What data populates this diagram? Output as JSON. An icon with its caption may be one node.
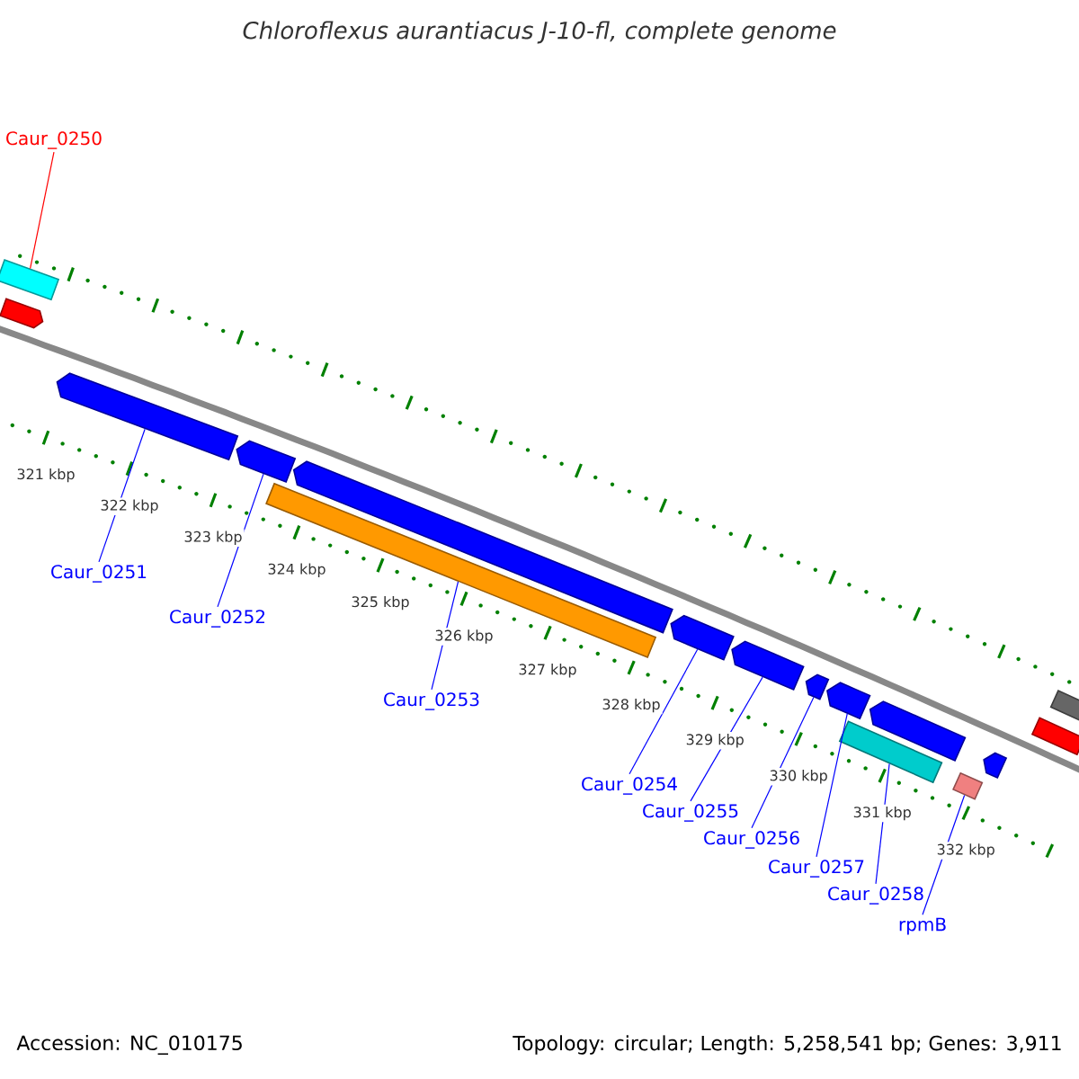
{
  "diagram": {
    "title": "Chloroflexus aurantiacus J-10-fl, complete genome",
    "nodes": [
      {
        "text": [
          "Caur_0250"
        ]
      },
      {
        "text": [
          "Caur_0251"
        ]
      },
      {
        "text": [
          "Caur_0252"
        ]
      },
      {
        "text": [
          "Caur_0253"
        ]
      },
      {
        "text": [
          "Caur_0254"
        ]
      },
      {
        "text": [
          "Caur_0255"
        ]
      },
      {
        "text": [
          "Caur_0256"
        ]
      },
      {
        "text": [
          "Caur_0257"
        ]
      },
      {
        "text": [
          "Caur_0258"
        ]
      },
      {
        "text": [
          "rpmB"
        ]
      },
      {
        "text": [],
        "shape": "box"
      },
      {
        "text": [],
        "shape": "arrow"
      },
      {
        "text": [],
        "shape": "arrow"
      },
      {
        "text": [],
        "shape": "arrow"
      },
      {
        "text": [],
        "shape": "arrow"
      },
      {
        "text": [],
        "shape": "arrow"
      },
      {
        "text": [],
        "shape": "arrow"
      },
      {
        "text": [],
        "shape": "arrow"
      },
      {
        "text": [],
        "shape": "arrow"
      },
      {
        "text": [],
        "shape": "arrow"
      },
      {
        "text": [],
        "shape": "arrow"
      },
      {
        "text": [],
        "shape": "box"
      },
      {
        "text": [],
        "shape": "box"
      },
      {
        "text": [],
        "shape": "box"
      },
      {
        "text": [],
        "shape": "box"
      },
      {
        "text": [],
        "shape": "box"
      }
    ],
    "edges": [
      {
        "from": 0,
        "to": 10,
        "arrow": "none",
        "color": "#ff0000"
      },
      {
        "from": 1,
        "to": 12,
        "arrow": "none"
      },
      {
        "from": 2,
        "to": 13,
        "arrow": "none"
      },
      {
        "from": 3,
        "to": 21,
        "arrow": "none"
      },
      {
        "from": 4,
        "to": 15,
        "arrow": "none"
      },
      {
        "from": 5,
        "to": 16,
        "arrow": "none"
      },
      {
        "from": 6,
        "to": 17,
        "arrow": "none"
      },
      {
        "from": 7,
        "to": 18,
        "arrow": "none"
      },
      {
        "from": 8,
        "to": 22,
        "arrow": "none"
      },
      {
        "from": 9,
        "to": 23,
        "arrow": "none"
      }
    ],
    "labels": [
      "321 kbp",
      "322 kbp",
      "323 kbp",
      "324 kbp",
      "325 kbp",
      "326 kbp",
      "327 kbp",
      "328 kbp",
      "329 kbp",
      "330 kbp",
      "331 kbp",
      "332 kbp",
      "Accession: NC_010175",
      "Topology: circular; Length: 5,258,541 bp; Genes: 3,911"
    ]
  }
}
